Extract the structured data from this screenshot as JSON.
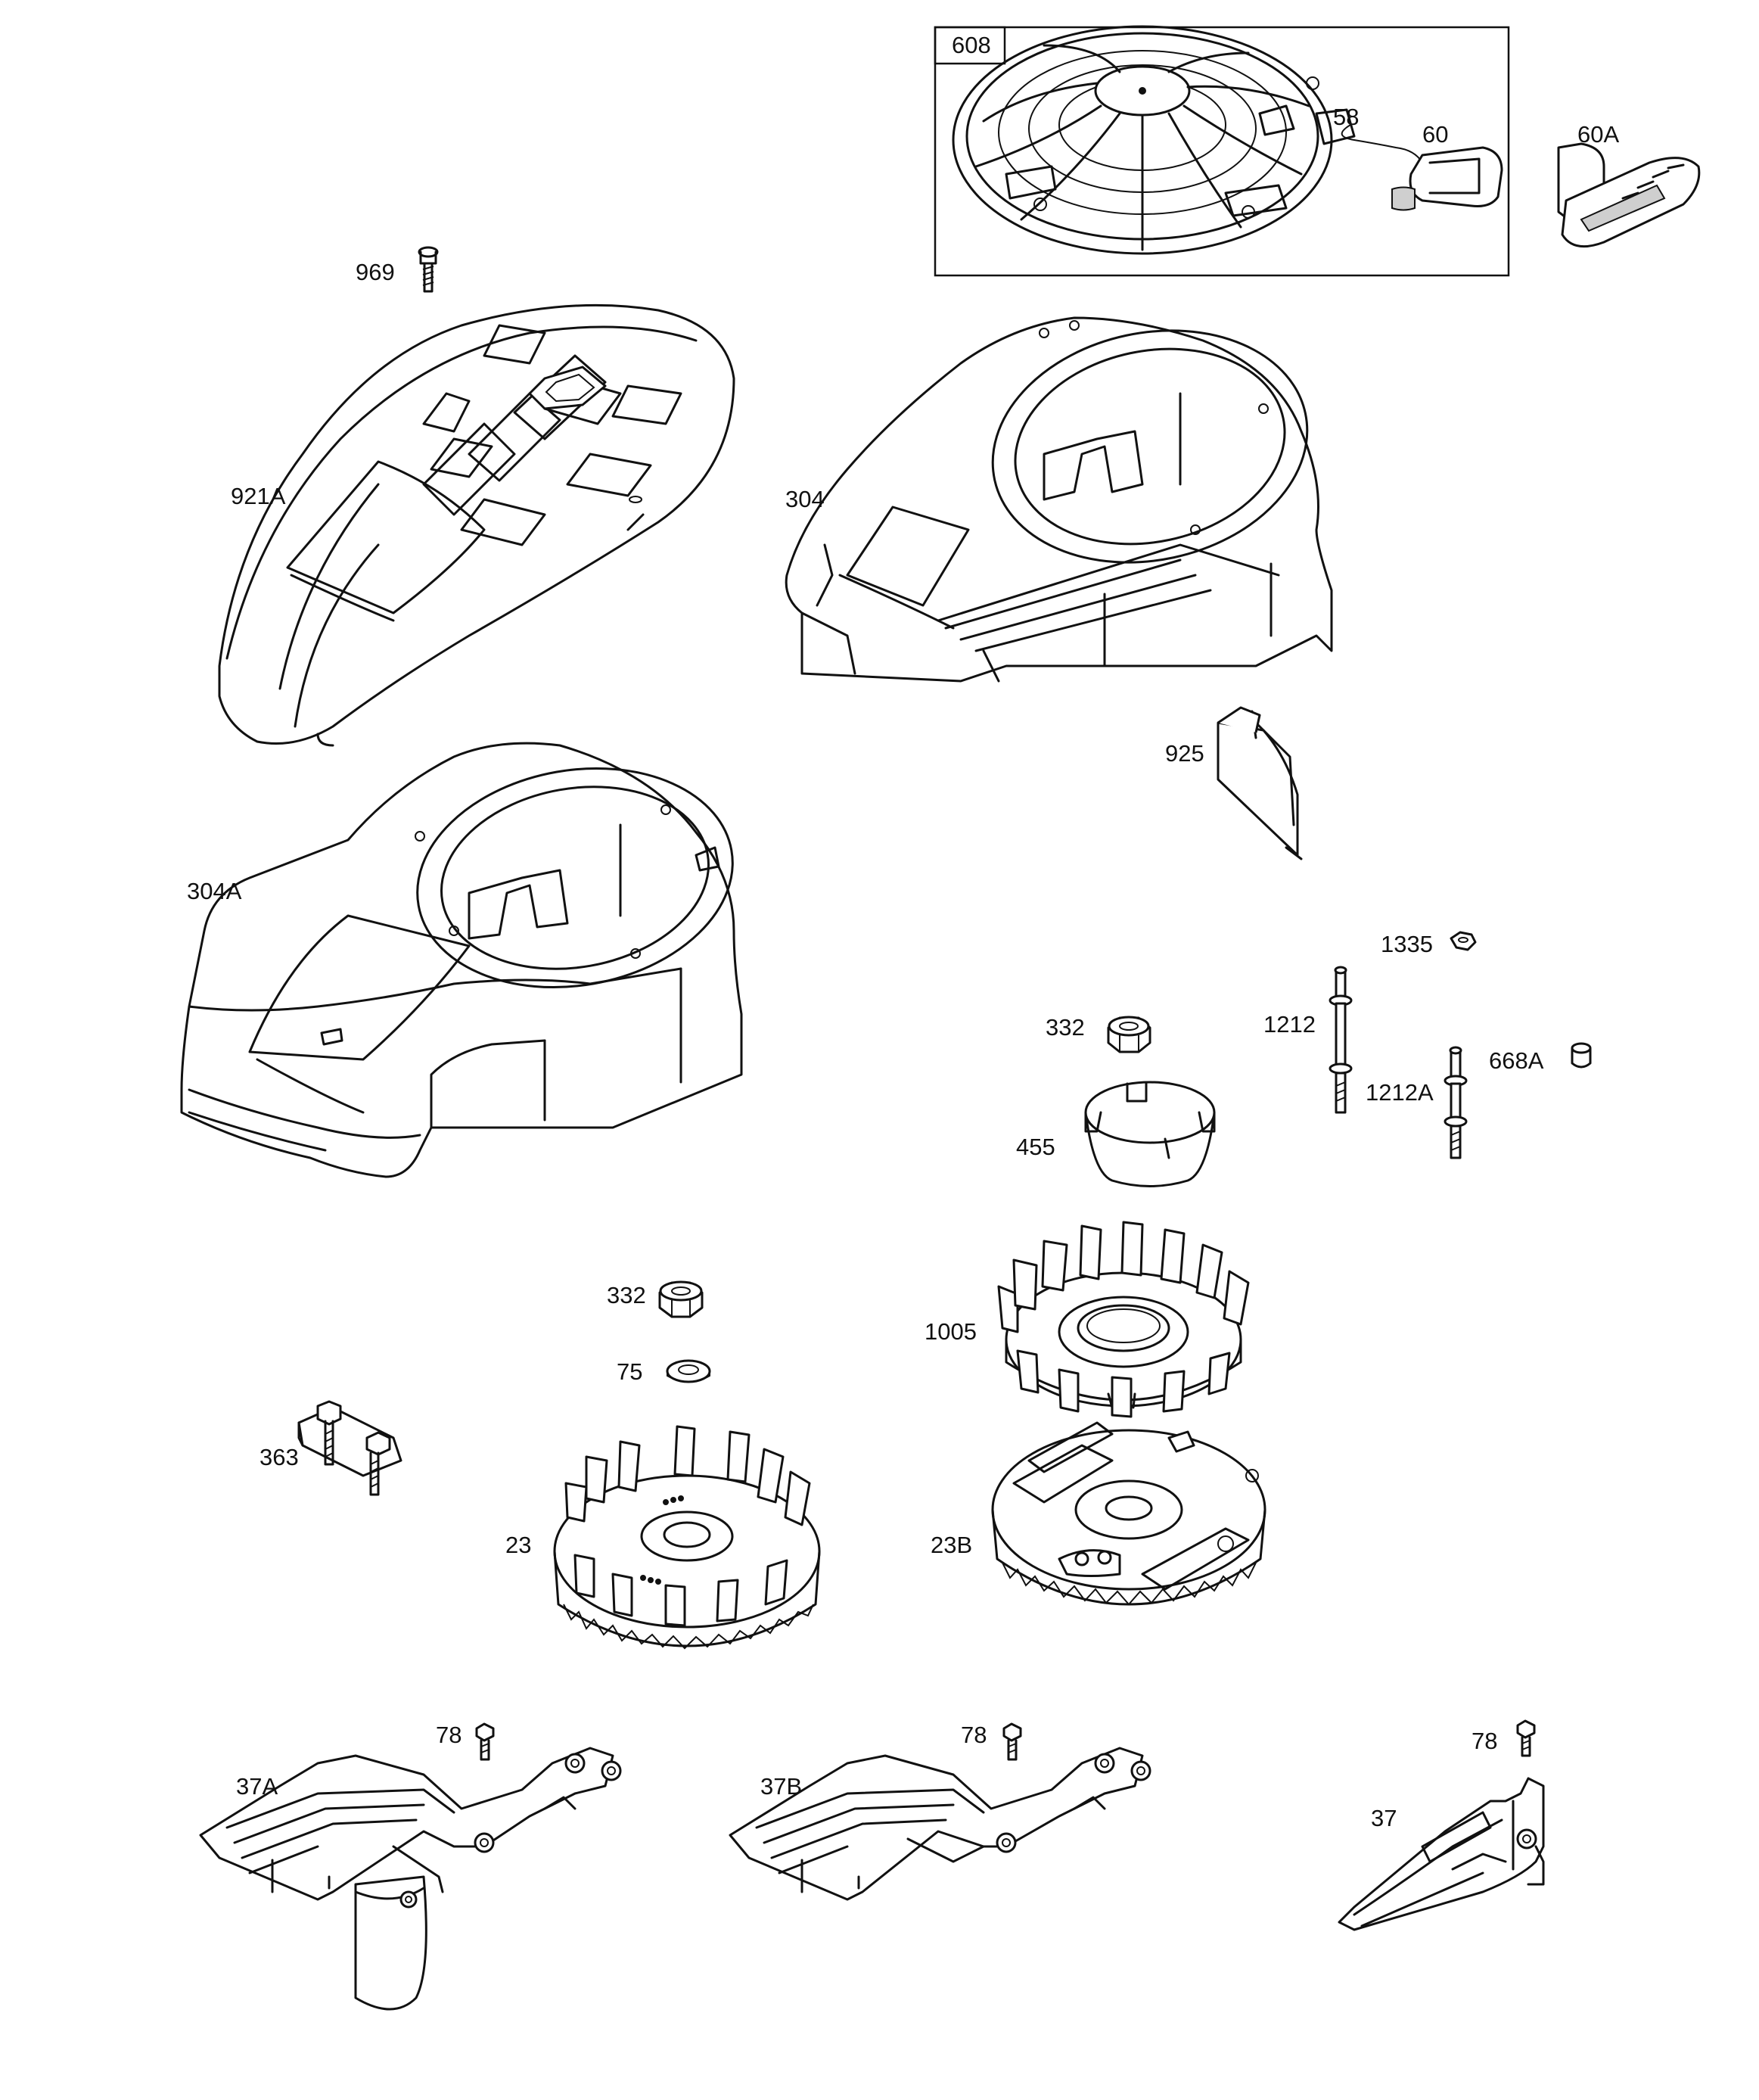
{
  "callouts": {
    "p608": "608",
    "p58": "58",
    "p60": "60",
    "p60A": "60A",
    "p969": "969",
    "p921A": "921A",
    "p304": "304",
    "p925": "925",
    "p304A": "304A",
    "p1335": "1335",
    "p332a": "332",
    "p1212": "1212",
    "p1212A": "1212A",
    "p668A": "668A",
    "p455": "455",
    "p332b": "332",
    "p1005": "1005",
    "p75": "75",
    "p363": "363",
    "p23": "23",
    "p23B": "23B",
    "p78a": "78",
    "p78b": "78",
    "p78c": "78",
    "p37A": "37A",
    "p37B": "37B",
    "p37": "37"
  }
}
